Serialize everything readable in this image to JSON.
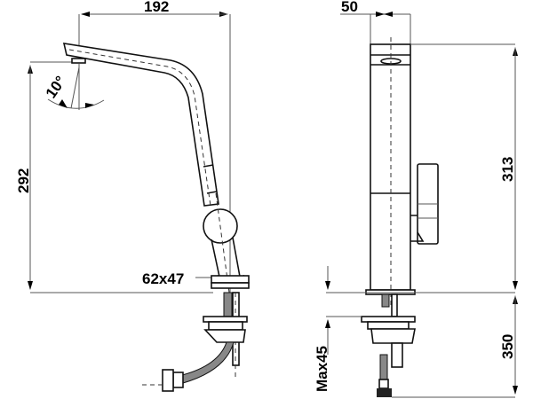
{
  "drawing": {
    "title": "Kitchen faucet technical dimension drawing",
    "views": [
      "side-view",
      "front-view"
    ],
    "line_color": "#000000",
    "background": "#ffffff"
  },
  "side_view": {
    "spout_reach": "192",
    "spout_height": "292",
    "spout_angle": "10°",
    "base_size": "62x47"
  },
  "front_view": {
    "body_width": "50",
    "total_height": "313",
    "hose_length": "350",
    "max_deck_thickness": "Max45"
  }
}
